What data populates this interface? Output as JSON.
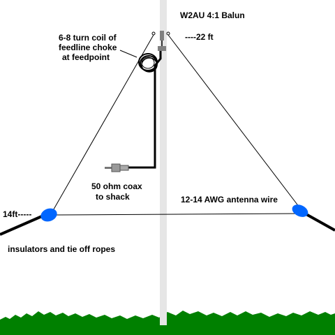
{
  "labels": {
    "balun": "W2AU 4:1 Balun",
    "mast_height": "----22 ft",
    "choke_line1": "6-8 turn coil of",
    "choke_line2": "feedline choke",
    "choke_line3": "at feedpoint",
    "coax_line1": "50 ohm coax",
    "coax_line2": "to shack",
    "wire": "12-14 AWG antenna wire",
    "end_height": "14ft-----",
    "insulators": "insulators and tie off ropes"
  },
  "colors": {
    "background": "#ffffff",
    "mast": "#e6e6e6",
    "ground": "#008000",
    "insulator": "#0066ff",
    "wire": "#000000",
    "coax": "#000000",
    "balun": "#808080",
    "connector": "#999999",
    "text": "#000000"
  },
  "icons": {
    "balun": "balun-icon",
    "choke": "coil-icon",
    "connector": "coax-connector-icon",
    "insulator": "insulator-icon"
  }
}
